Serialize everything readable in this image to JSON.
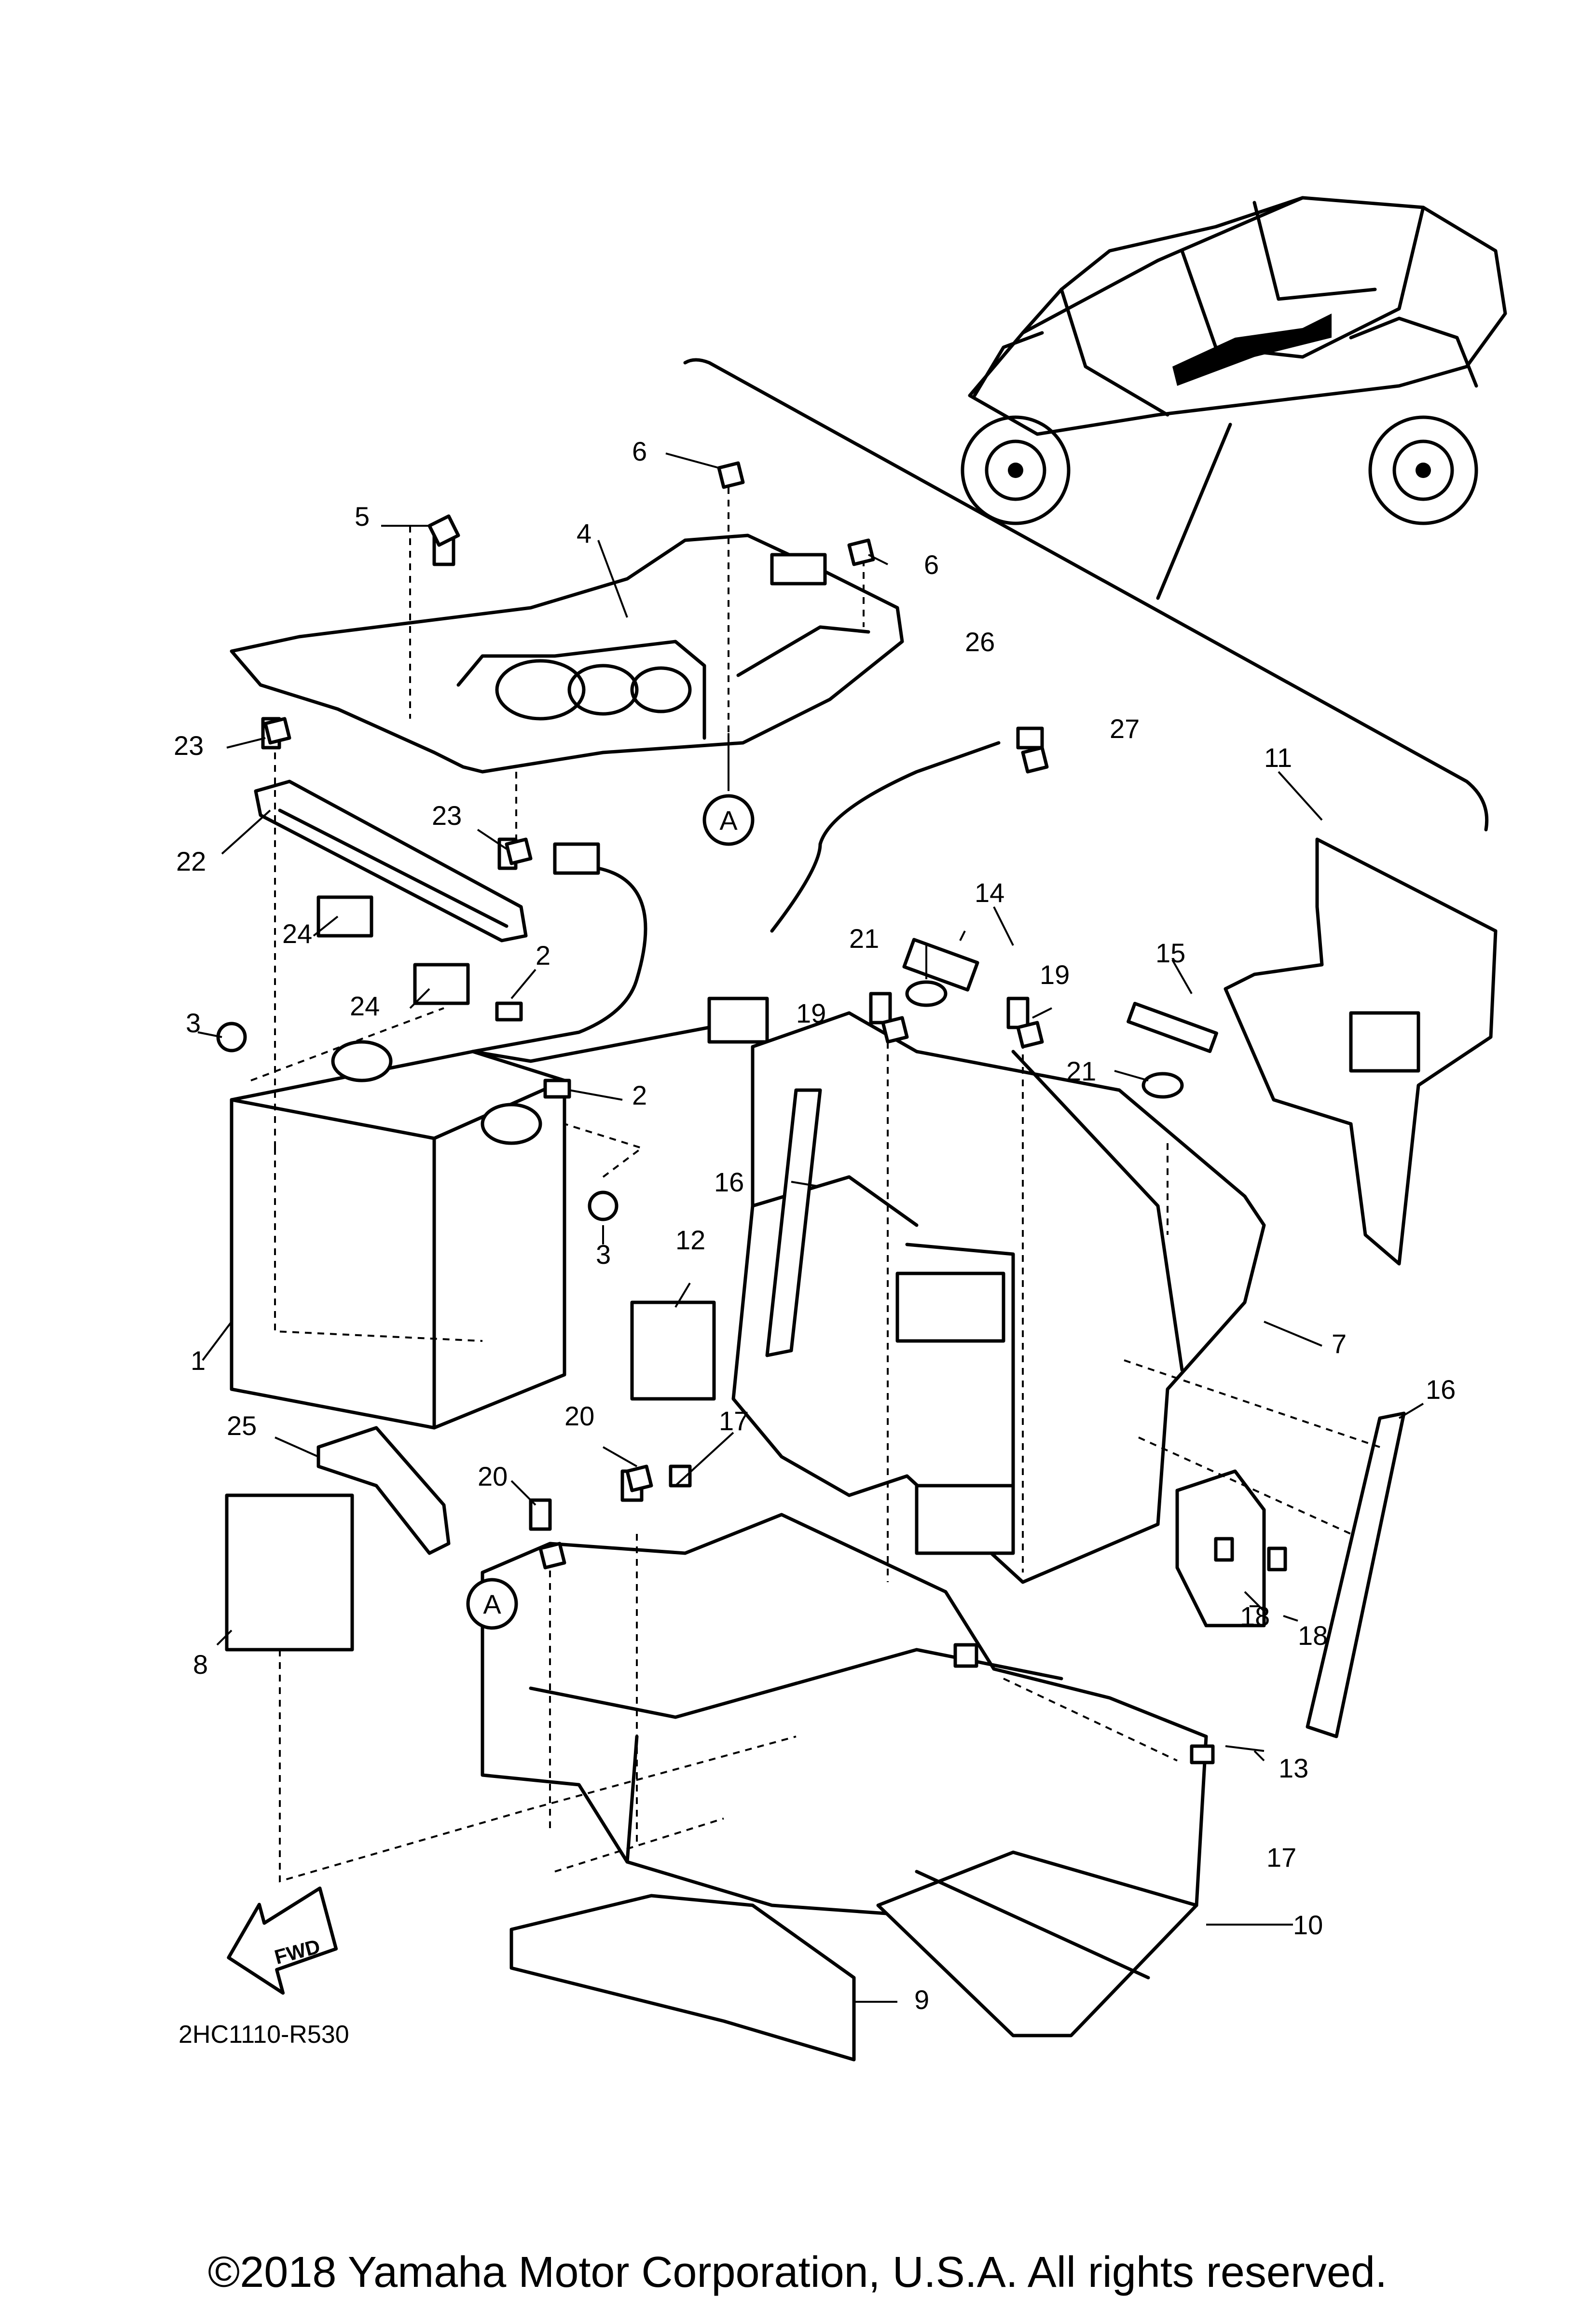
{
  "diagram_code": "2HC1110-R530",
  "copyright": "©2018 Yamaha Motor Corporation, U.S.A. All rights reserved.",
  "fwd_label": "FWD",
  "callout_letter": "A",
  "part_numbers": {
    "p1": "1",
    "p2a": "2",
    "p2b": "2",
    "p3a": "3",
    "p3b": "3",
    "p4": "4",
    "p5": "5",
    "p6a": "6",
    "p6b": "6",
    "p7": "7",
    "p8": "8",
    "p9": "9",
    "p10": "10",
    "p11": "11",
    "p12": "12",
    "p13": "13",
    "p14": "14",
    "p15": "15",
    "p16a": "16",
    "p16b": "16",
    "p17a": "17",
    "p17b": "17",
    "p18a": "18",
    "p18b": "18",
    "p19a": "19",
    "p19b": "19",
    "p20a": "20",
    "p20b": "20",
    "p21a": "21",
    "p21b": "21",
    "p22": "22",
    "p23a": "23",
    "p23b": "23",
    "p24a": "24",
    "p24b": "24",
    "p25": "25",
    "p26": "26",
    "p27": "27"
  }
}
